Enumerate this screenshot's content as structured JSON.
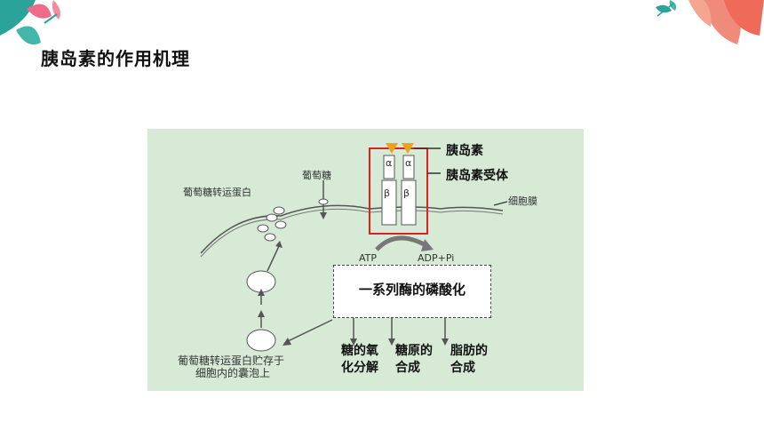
{
  "slide": {
    "title": "胰岛素的作用机理"
  },
  "figure": {
    "labels": {
      "glucose": "葡萄糖",
      "glut": "葡萄糖转运蛋白",
      "insulin": "胰岛素",
      "receptor": "胰岛素受体",
      "membrane": "细胞膜",
      "alpha": "α",
      "beta": "β",
      "atp": "ATP",
      "adp": "ADP+Pi",
      "phosphorylation": "一系列酶的磷酸化",
      "storage_line1": "葡萄糖转运蛋白贮存于",
      "storage_line2": "细胞内的囊泡上",
      "outcome1_line1": "糖的氧",
      "outcome1_line2": "化分解",
      "outcome2_line1": "糖原的",
      "outcome2_line2": "合成",
      "outcome3_line1": "脂肪的",
      "outcome3_line2": "合成"
    }
  },
  "colors": {
    "figure_bg": "#d6ead6",
    "highlight_box": "#e02020",
    "insulin_marker": "#f0a020"
  }
}
